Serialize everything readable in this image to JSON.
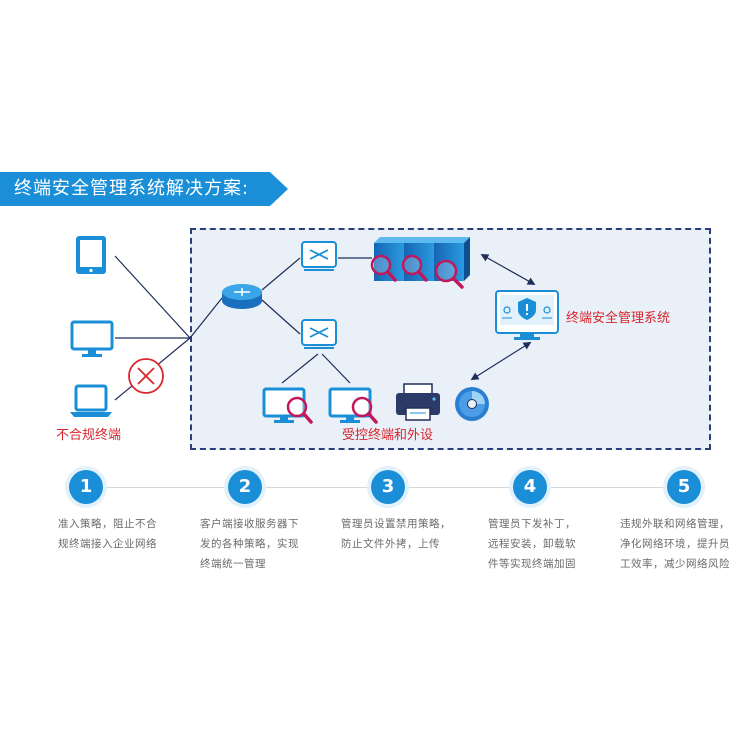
{
  "banner": {
    "title": "终端安全管理系统解决方案:",
    "color": "#1a8fd8"
  },
  "labels": {
    "noncompliant": "不合规终端",
    "system": "终端安全管理系统",
    "controlled": "受控终端和外设"
  },
  "colors": {
    "accent": "#1a8fd8",
    "alert": "#d7262e",
    "zone_bg": "#eaf0f8",
    "zone_border": "#2a3e78",
    "magnifier": "#c2185b"
  },
  "icons": [
    "tablet-icon",
    "monitor-icon",
    "laptop-icon",
    "blocked-x-icon",
    "router-icon",
    "switch-icon",
    "server-icon",
    "magnifier-icon",
    "management-console-icon",
    "printer-icon",
    "disc-icon"
  ],
  "steps": [
    {
      "num": "1",
      "lines": [
        "准入策略，阻止不合",
        "规终端接入企业网络"
      ]
    },
    {
      "num": "2",
      "lines": [
        "客户端接收服务器下",
        "发的各种策略，实现",
        "终端统一管理"
      ]
    },
    {
      "num": "3",
      "lines": [
        "管理员设置禁用策略，",
        "防止文件外拷，上传"
      ]
    },
    {
      "num": "4",
      "lines": [
        "管理员下发补丁，",
        "远程安装，卸载软",
        "件等实现终端加固"
      ]
    },
    {
      "num": "5",
      "lines": [
        "违规外联和网络管理，",
        "净化网络环境，提升员",
        "工效率，减少网络风险"
      ]
    }
  ]
}
